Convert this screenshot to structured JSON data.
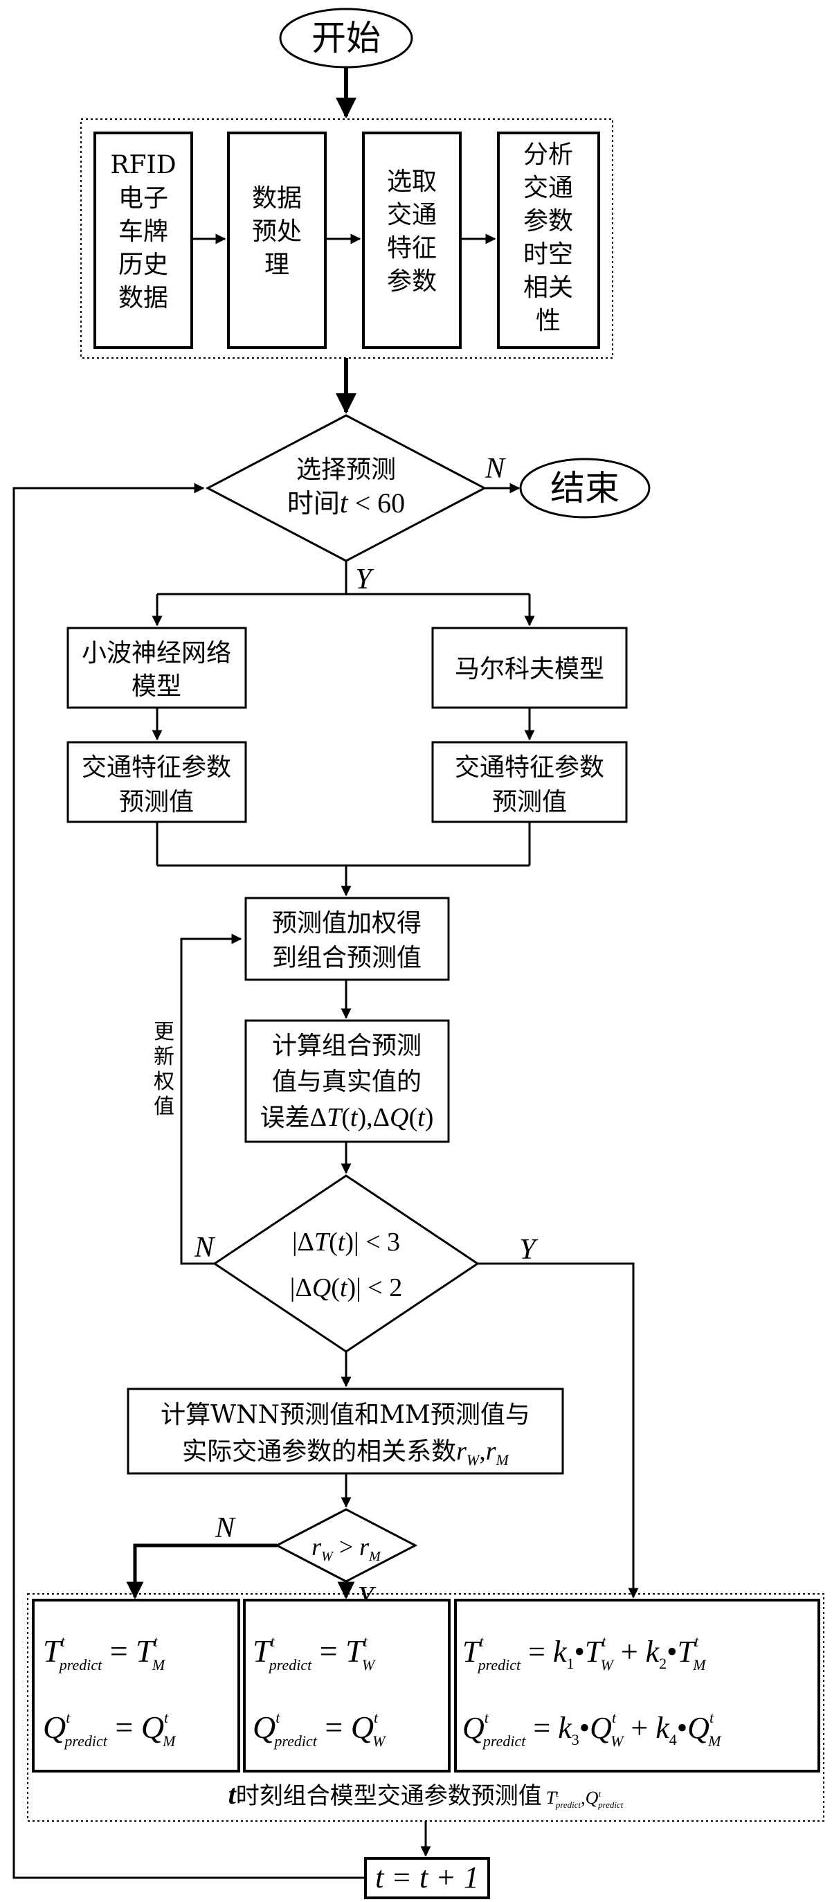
{
  "start": "开始",
  "end": "结束",
  "preprocess_steps": [
    [
      "RFID",
      "电子",
      "车牌",
      "历史",
      "数据"
    ],
    [
      "数据",
      "预处",
      "理"
    ],
    [
      "选取",
      "交通",
      "特征",
      "参数"
    ],
    [
      "分析",
      "交通",
      "参数",
      "时空",
      "相关",
      "性"
    ]
  ],
  "decision_time": {
    "line1": "选择预测",
    "line2_prefix": "时间",
    "var": "t",
    "rel": " < 60"
  },
  "yes": "Y",
  "no": "N",
  "left_model": [
    "小波神经网络",
    "模型"
  ],
  "right_model": [
    "马尔科夫模型"
  ],
  "left_prediction": [
    "交通特征参数",
    "预测值"
  ],
  "right_prediction": [
    "交通特征参数",
    "预测值"
  ],
  "weighted": [
    "预测值加权得",
    "到组合预测值"
  ],
  "error_calc": {
    "line1": "计算组合预测",
    "line2": "值与真实值的",
    "line3_prefix": "误差"
  },
  "update_weights": [
    "更",
    "新",
    "权",
    "值"
  ],
  "threshold": {
    "t_limit": "3",
    "q_limit": "2"
  },
  "correlation": {
    "line1": "计算WNN预测值和MM预测值与",
    "line2": "实际交通参数的相关系数"
  },
  "formula_labels": {
    "predict": "predict",
    "t": "t",
    "W": "W",
    "M": "M"
  },
  "combined_caption": {
    "prefix": "t",
    "text": "时刻组合模型交通参数预测值"
  },
  "increment": "t = t + 1"
}
